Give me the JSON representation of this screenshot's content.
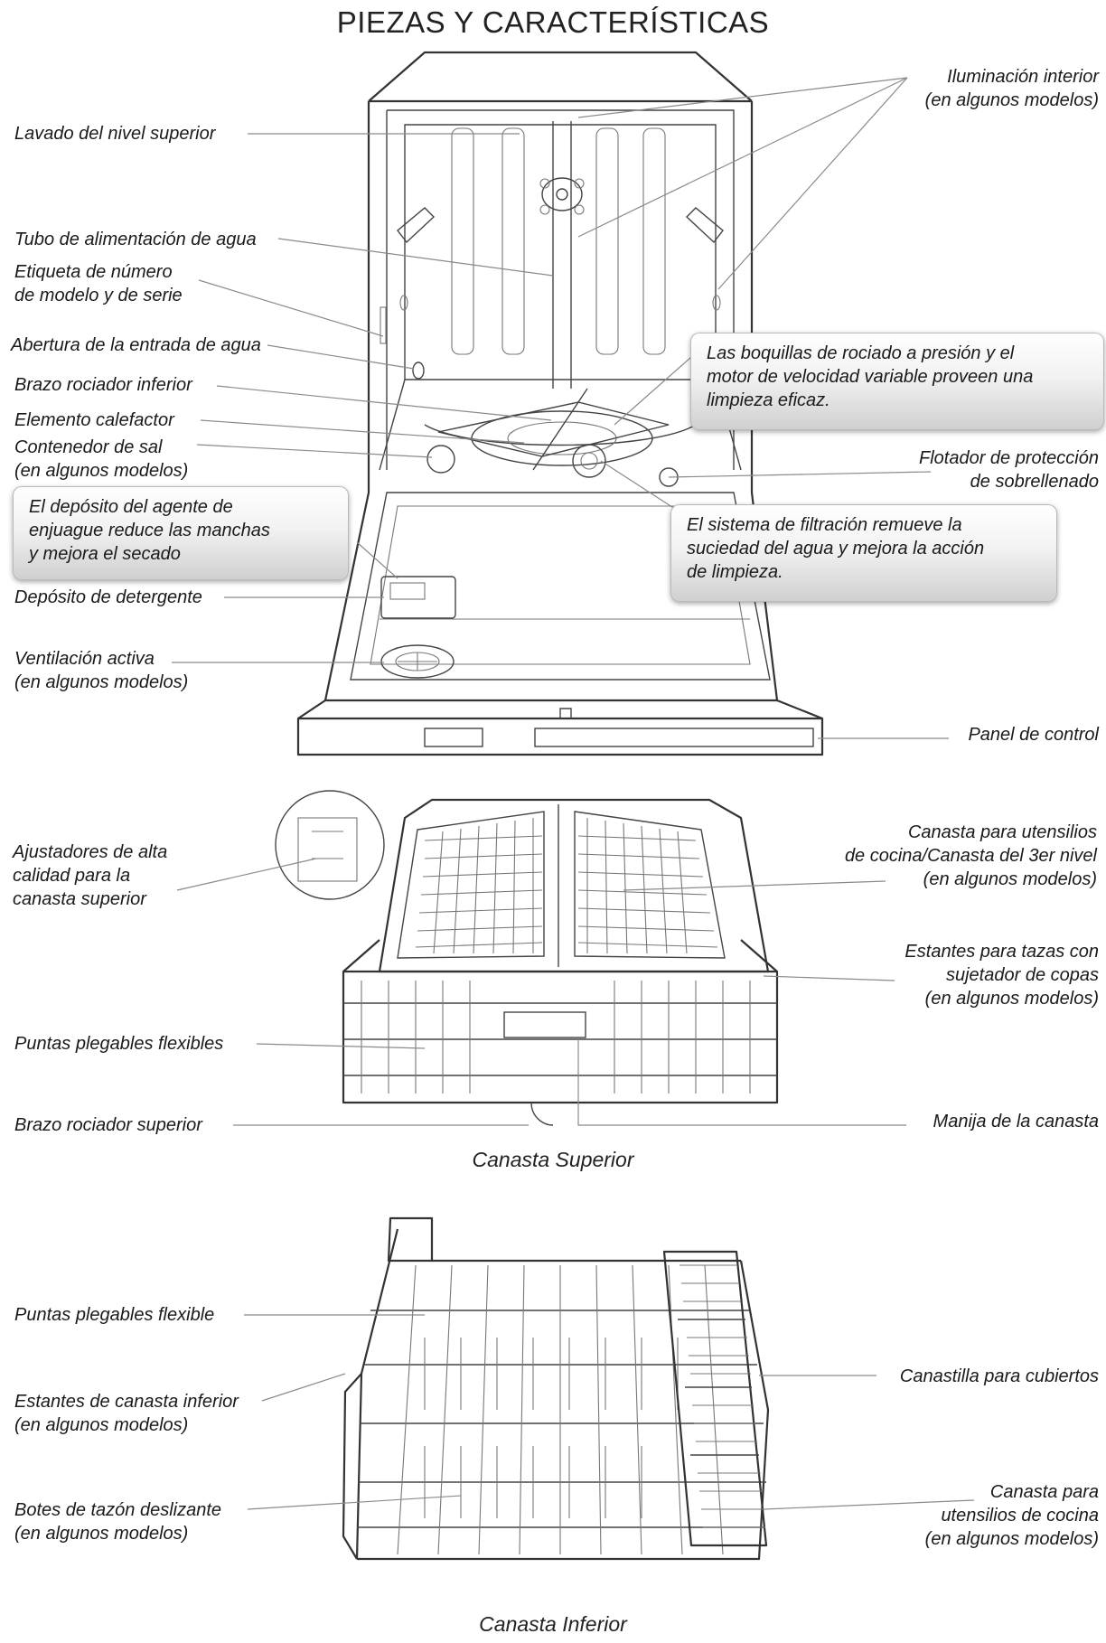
{
  "title": "PIEZAS Y CARACTERÍSTICAS",
  "dishwasher": {
    "labels": {
      "lavado_nivel_superior": "Lavado del nivel superior",
      "iluminacion": [
        "Iluminación interior",
        "(en algunos modelos)"
      ],
      "tubo_agua": "Tubo de alimentación de agua",
      "etiqueta_modelo": [
        "Etiqueta de número",
        "de modelo y de serie"
      ],
      "abertura_agua": "Abertura de la entrada de agua",
      "brazo_inferior": "Brazo rociador inferior",
      "elemento_calefactor": "Elemento calefactor",
      "contenedor_sal": [
        "Contenedor de sal",
        "(en algunos modelos)"
      ],
      "flotador": [
        "Flotador de protección",
        "de sobrellenado"
      ],
      "deposito_detergente": "Depósito de detergente",
      "ventilacion": [
        "Ventilación activa",
        "(en algunos modelos)"
      ],
      "panel_control": "Panel de control"
    },
    "callouts": {
      "boquillas": [
        "Las boquillas de rociado a presión y el",
        "motor de velocidad variable proveen una",
        "limpieza eficaz."
      ],
      "agente_enjuague": [
        "El depósito del agente de",
        "enjuague reduce las manchas",
        "y mejora el secado"
      ],
      "filtracion": [
        "El sistema de filtración remueve la",
        "suciedad del agua y mejora la acción",
        "de limpieza."
      ]
    }
  },
  "upper_rack": {
    "caption": "Canasta Superior",
    "labels": {
      "ajustadores": [
        "Ajustadores de alta",
        "calidad para la",
        "canasta superior"
      ],
      "canasta_utensilios": [
        "Canasta para utensilios",
        "de cocina/Canasta del 3er nivel",
        "(en algunos modelos)"
      ],
      "estantes_tazas": [
        "Estantes para tazas con",
        "sujetador de copas",
        "(en algunos modelos)"
      ],
      "puntas": "Puntas plegables flexibles",
      "brazo_superior": "Brazo rociador superior",
      "manija": "Manija de la canasta"
    }
  },
  "lower_rack": {
    "caption": "Canasta Inferior",
    "labels": {
      "puntas": "Puntas plegables flexible",
      "estantes_inferior": [
        "Estantes de canasta inferior",
        "(en algunos modelos)"
      ],
      "botes": [
        "Botes de tazón deslizante",
        "(en algunos modelos)"
      ],
      "canastilla_cubiertos": "Canastilla para cubiertos",
      "canasta_utensilios": [
        "Canasta para",
        "utensilios de cocina",
        "(en algunos modelos)"
      ]
    }
  }
}
